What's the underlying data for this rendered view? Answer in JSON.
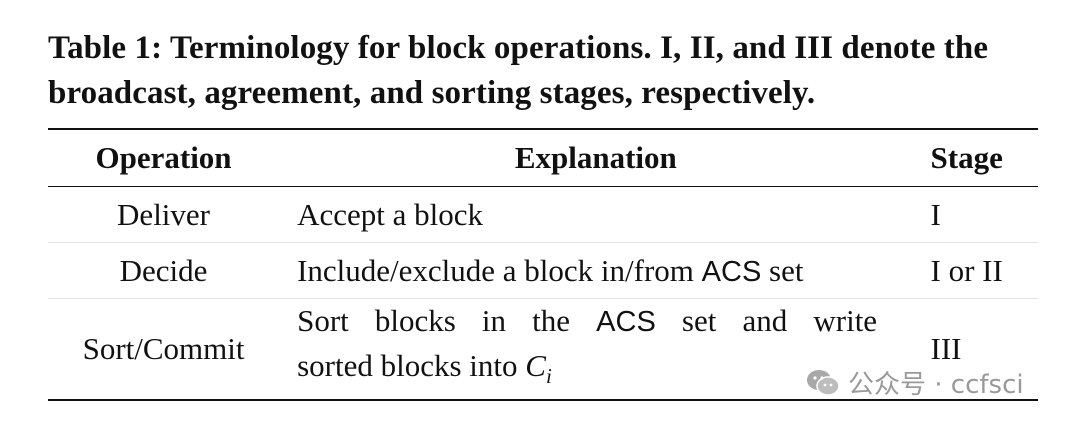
{
  "caption": "Table 1: Terminology for block operations. I, II, and III denote the broadcast, agreement, and sorting stages, respectively.",
  "table": {
    "headers": [
      "Operation",
      "Explanation",
      "Stage"
    ],
    "rows": [
      {
        "operation": "Deliver",
        "explanation": "Accept a block",
        "stage": "I"
      },
      {
        "operation": "Decide",
        "explanation_pre": "Include/exclude a block in/from ",
        "explanation_code": "ACS",
        "explanation_post": " set",
        "stage": "I or II"
      },
      {
        "operation": "Sort/Commit",
        "explanation_line1_pre": "Sort blocks in the ",
        "explanation_line1_code": "ACS",
        "explanation_line1_post": " set and write",
        "explanation_line2_pre": "sorted blocks into ",
        "explanation_var": "C",
        "explanation_sub": "i",
        "stage": "III"
      }
    ]
  },
  "watermark": {
    "icon": "wechat-icon",
    "text": "公众号 · ccfsci",
    "color": "#9a9a9a"
  }
}
